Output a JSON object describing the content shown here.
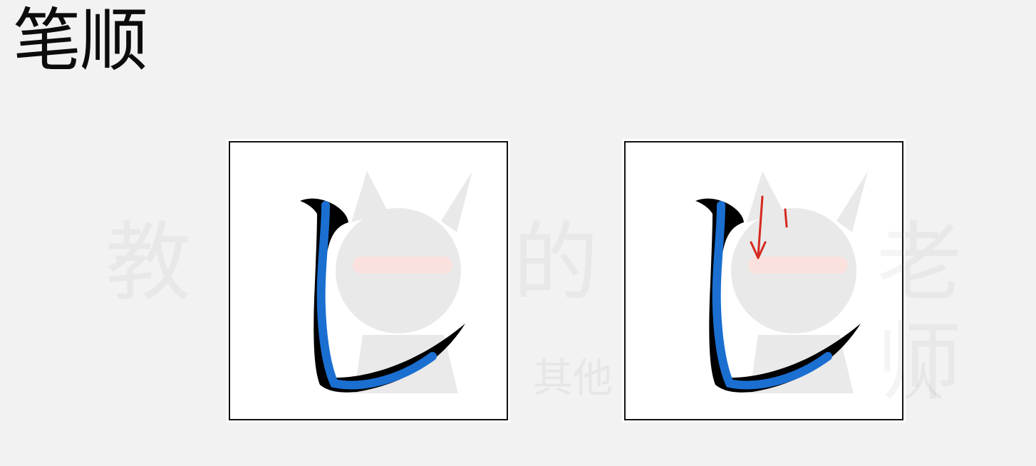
{
  "title": "笔顺",
  "cards": [
    {
      "id": "stroke-shape",
      "has_direction_arrow": false
    },
    {
      "id": "stroke-with-direction",
      "has_direction_arrow": true
    }
  ],
  "colors": {
    "background": "#f2f2f2",
    "stroke_outline": "#000000",
    "stroke_fill": "#1a6fd1",
    "arrow": "#d6281e",
    "watermark_accent": "#e24a3b"
  },
  "watermark": {
    "big_left": "教",
    "big_mid": "的",
    "big_right": "老师",
    "small_left": "其他",
    "small_right": "人"
  }
}
